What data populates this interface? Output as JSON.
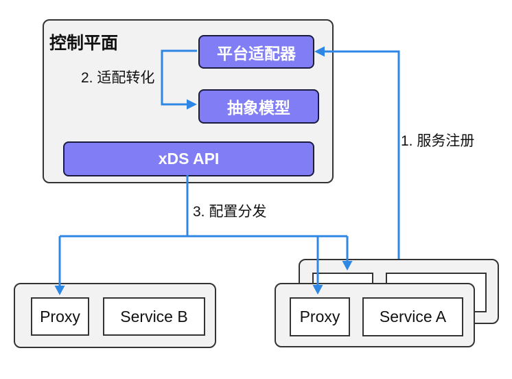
{
  "diagram": {
    "control_plane": {
      "title": "控制平面",
      "adapter_label": "平台适配器",
      "model_label": "抽象模型",
      "xds_label": "xDS API"
    },
    "pod_a": {
      "proxy": "Proxy",
      "service": "Service A"
    },
    "pod_b": {
      "proxy": "Proxy",
      "service": "Service B"
    },
    "edges": [
      {
        "from": "service-a-pod",
        "to": "platform-adapter",
        "label": "1. 服务注册"
      },
      {
        "from": "platform-adapter",
        "to": "abstract-model",
        "label": "2. 适配转化"
      },
      {
        "from": "xds-api",
        "to": "proxies",
        "label": "3. 配置分发"
      }
    ],
    "colors": {
      "node_fill": "#807df5",
      "node_border": "#1b1b40",
      "container_fill": "#f2f2f2",
      "container_border": "#333333",
      "arrow": "#2e87e4",
      "inner_box_fill": "#ffffff",
      "text": "#111111",
      "node_text": "#ffffff"
    }
  }
}
